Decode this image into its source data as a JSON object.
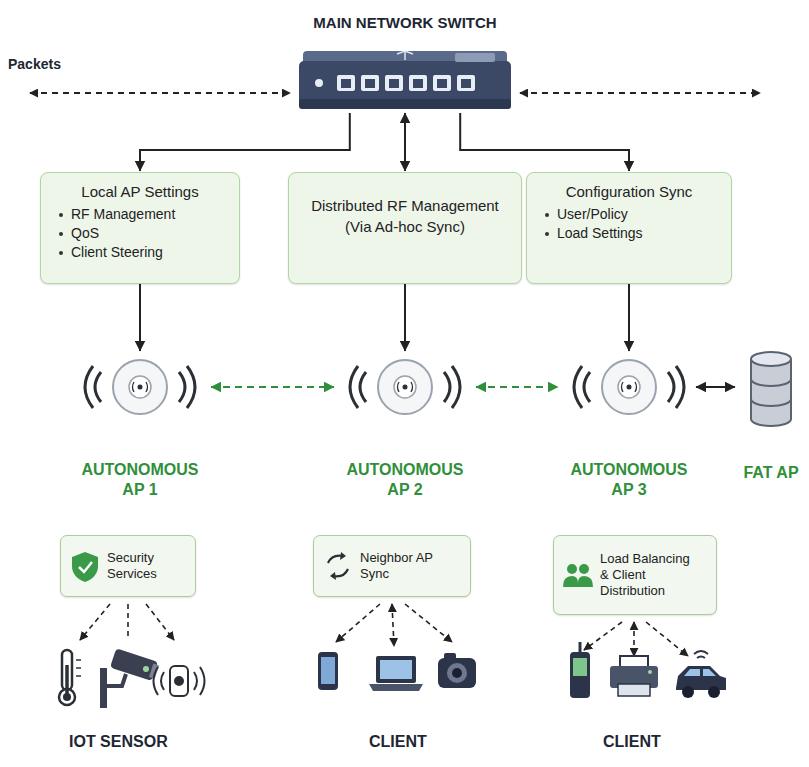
{
  "diagram": {
    "nodes": [
      {
        "text": [
          "MAIN NETWORK SWITCH"
        ]
      },
      {
        "text": [
          "Local AP Settings",
          "RF Management",
          "QoS",
          "Client Steering"
        ]
      },
      {
        "text": [
          "Distributed RF Management",
          "(Via Ad-hoc Sync)"
        ]
      },
      {
        "text": [
          "Configuration Sync",
          "User/Policy",
          "Load Settings"
        ]
      },
      {
        "text": [
          "AUTONOMOUS AP 1"
        ]
      },
      {
        "text": [
          "AUTONOMOUS AP 2"
        ]
      },
      {
        "text": [
          "AUTONOMOUS AP 3"
        ]
      },
      {
        "text": [
          "FAT AP"
        ]
      },
      {
        "text": [
          "Security Services"
        ]
      },
      {
        "text": [
          "Neighbor AP Sync"
        ]
      },
      {
        "text": [
          "Load Balancing & Client Distribution"
        ]
      }
    ],
    "edges": [
      {
        "from": 0,
        "to": 1,
        "arrow": "to"
      },
      {
        "from": 0,
        "to": 2,
        "arrow": "both"
      },
      {
        "from": 0,
        "to": 3,
        "arrow": "to"
      },
      {
        "from": 1,
        "to": 4,
        "arrow": "to"
      },
      {
        "from": 2,
        "to": 5,
        "arrow": "to"
      },
      {
        "from": 3,
        "to": 6,
        "arrow": "to"
      },
      {
        "from": 4,
        "to": 5,
        "arrow": "both"
      },
      {
        "from": 5,
        "to": 6,
        "arrow": "both"
      },
      {
        "from": 6,
        "to": 7,
        "arrow": "both"
      }
    ],
    "labels": [
      "Packets",
      "IOT SENSOR",
      "CLIENT",
      "CLIENT"
    ]
  }
}
